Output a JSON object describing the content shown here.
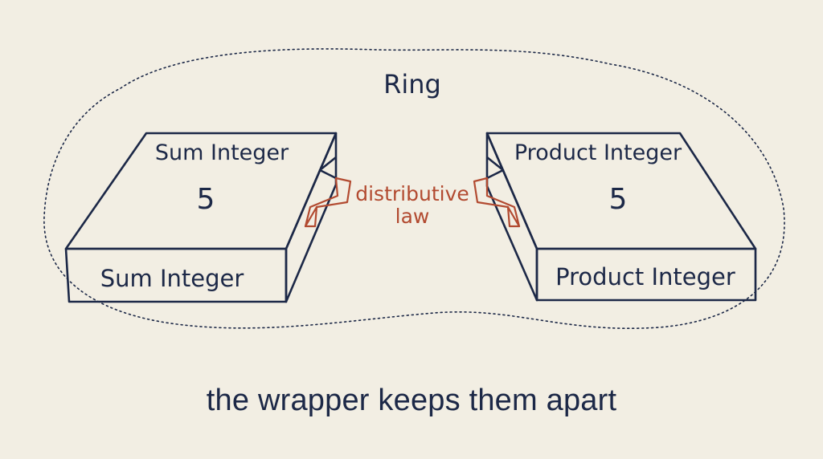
{
  "ring": {
    "label": "Ring"
  },
  "left_box": {
    "top_label": "Sum Integer",
    "value": "5",
    "front_label": "Sum Integer"
  },
  "right_box": {
    "top_label": "Product Integer",
    "value": "5",
    "front_label": "Product Integer"
  },
  "connector": {
    "line1": "distributive",
    "line2": "law"
  },
  "caption": "the wrapper keeps them apart",
  "colors": {
    "ink": "#1c2847",
    "accent": "#b24a30",
    "background": "#f2eee3"
  }
}
